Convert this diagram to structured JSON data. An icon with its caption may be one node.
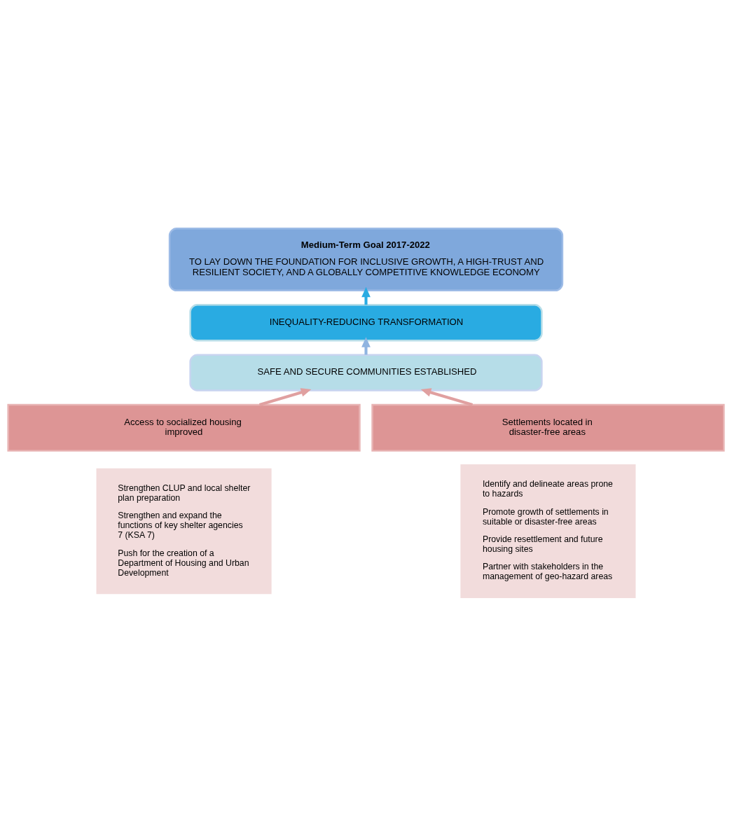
{
  "diagram": {
    "nodes": [
      {
        "text": [
          "Medium-Term Goal 2017-2022",
          "TO LAY DOWN THE FOUNDATION FOR INCLUSIVE GROWTH, A HIGH-TRUST AND RESILIENT SOCIETY, AND A GLOBALLY COMPETITIVE KNOWLEDGE ECONOMY"
        ]
      },
      {
        "text": [
          "INEQUALITY-REDUCING TRANSFORMATION"
        ]
      },
      {
        "text": [
          "SAFE AND SECURE COMMUNITIES ESTABLISHED"
        ]
      },
      {
        "text": [
          "Access to socialized housing improved"
        ]
      },
      {
        "text": [
          "Settlements located in disaster-free areas"
        ]
      },
      {
        "text": [
          "Strengthen CLUP and local shelter plan preparation",
          "Strengthen and expand the functions of key shelter agencies 7 (KSA 7)",
          "Push for the creation of a Department of Housing and Urban Development"
        ]
      },
      {
        "text": [
          "Identify and delineate areas prone to hazards",
          "Promote growth of settlements in suitable or disaster-free areas",
          "Provide resettlement and future housing sites",
          "Partner with stakeholders in the management of geo-hazard areas"
        ]
      }
    ],
    "edges": [
      {
        "from": 1,
        "to": 0,
        "arrow": "to",
        "color": "#29abe2"
      },
      {
        "from": 2,
        "to": 1,
        "arrow": "to",
        "color": "#8fb4e0"
      },
      {
        "from": 3,
        "to": 2,
        "arrow": "to"
      },
      {
        "from": 4,
        "to": 2,
        "arrow": "to"
      }
    ]
  }
}
